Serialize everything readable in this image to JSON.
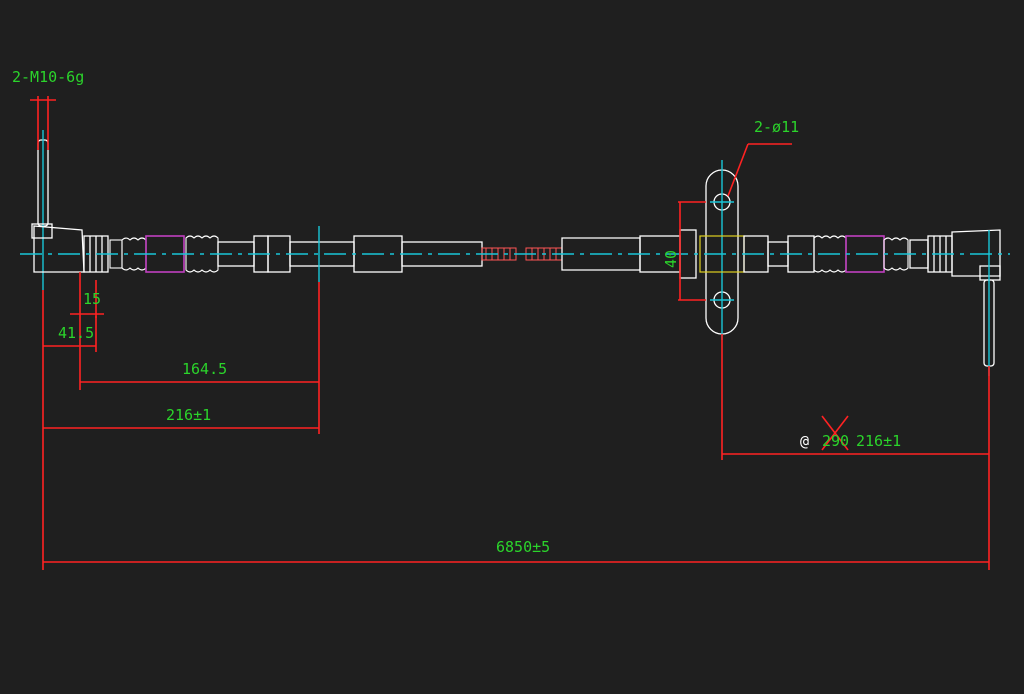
{
  "drawing": {
    "callouts": {
      "thread_spec": "2-M10-6g",
      "hole_spec": "2-ø11",
      "bracket_dim": "40"
    },
    "dimensions": {
      "d15": "15",
      "d41_5": "41.5",
      "d164_5": "164.5",
      "d216_left": "216±1",
      "d216_right": "216±1",
      "d290_struck": "290",
      "at_mark": "@",
      "total": "6850±5"
    },
    "colors": {
      "background": "#1f1f1f",
      "dimension_line": "#ff2222",
      "dimension_text": "#2bd42b",
      "centerline": "#19c6d8",
      "part_outline": "#ffffff",
      "seal_ring": "#c040c0"
    }
  }
}
